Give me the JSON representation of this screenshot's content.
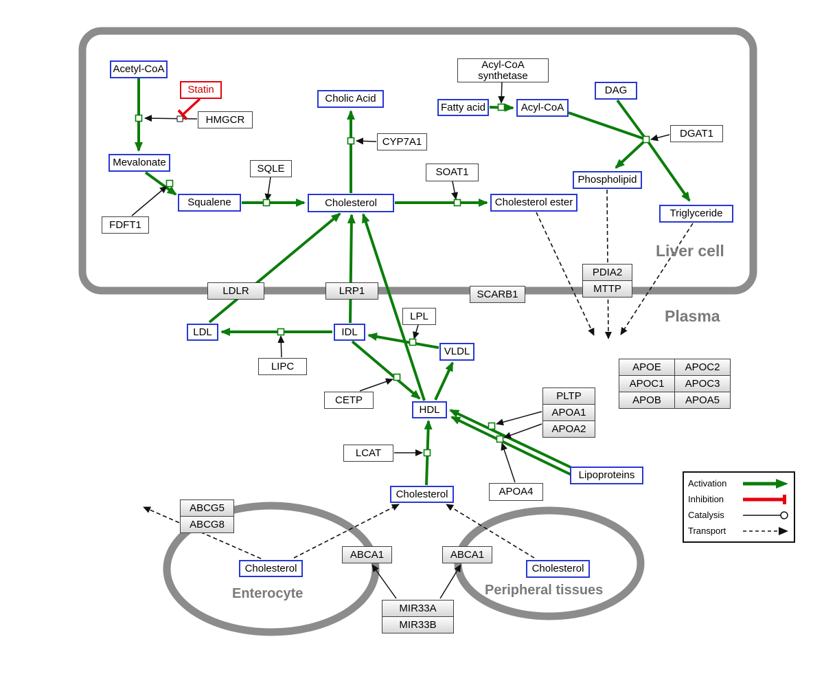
{
  "colors": {
    "activation": "#0b7d0b",
    "inhibition": "#e8000d",
    "metabolite_border": "#2637d6",
    "compartment_stroke": "#8c8c8c"
  },
  "compartments": {
    "liver": "Liver cell",
    "plasma": "Plasma",
    "enterocyte": "Enterocyte",
    "peripheral": "Peripheral tissues"
  },
  "metabolites": {
    "acetyl_coa": "Acetyl-CoA",
    "mevalonate": "Mevalonate",
    "squalene": "Squalene",
    "cholesterol_liver": "Cholesterol",
    "cholic_acid": "Cholic Acid",
    "fatty_acid": "Fatty acid",
    "acyl_coa": "Acyl-CoA",
    "dag": "DAG",
    "phospholipid": "Phospholipid",
    "cholesterol_ester": "Cholesterol ester",
    "triglyceride": "Triglyceride",
    "ldl": "LDL",
    "idl": "IDL",
    "vldl": "VLDL",
    "hdl": "HDL",
    "cholesterol_plasma": "Cholesterol",
    "lipoproteins": "Lipoproteins",
    "cholesterol_enterocyte": "Cholesterol",
    "cholesterol_peripheral": "Cholesterol"
  },
  "drug": {
    "statin": "Statin"
  },
  "genes": {
    "hmgcr": "HMGCR",
    "fdft1": "FDFT1",
    "sqle": "SQLE",
    "cyp7a1": "CYP7A1",
    "soat1": "SOAT1",
    "acyl_coa_synthetase": "Acyl-CoA synthetase",
    "dgat1": "DGAT1",
    "ldlr": "LDLR",
    "lrp1": "LRP1",
    "scarb1": "SCARB1",
    "lpl": "LPL",
    "lipc": "LIPC",
    "cetp": "CETP",
    "lcat": "LCAT",
    "apoa4": "APOA4",
    "abca1_left": "ABCA1",
    "abca1_right": "ABCA1"
  },
  "stacks": {
    "pdia2_mttp": [
      "PDIA2",
      "MTTP"
    ],
    "abcg": [
      "ABCG5",
      "ABCG8"
    ],
    "mir": [
      "MIR33A",
      "MIR33B"
    ],
    "pltp": [
      "PLTP",
      "APOA1",
      "APOA2"
    ]
  },
  "apo_table": [
    [
      "APOE",
      "APOC2"
    ],
    [
      "APOC1",
      "APOC3"
    ],
    [
      "APOB",
      "APOA5"
    ]
  ],
  "legend": {
    "activation": "Activation",
    "inhibition": "Inhibition",
    "catalysis": "Catalysis",
    "transport": "Transport"
  }
}
